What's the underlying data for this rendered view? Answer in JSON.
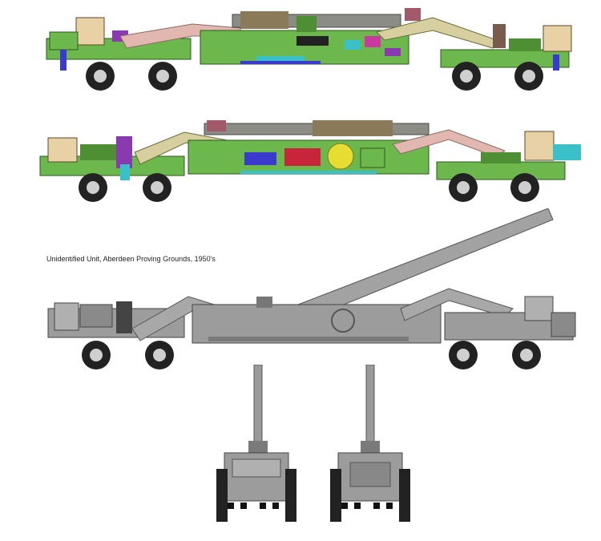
{
  "caption": "Unidentified Unit, Aberdeen Proving Grounds, 1950's",
  "views": [
    {
      "name": "side-view-right-color",
      "scheme": "color-coded"
    },
    {
      "name": "side-view-left-color",
      "scheme": "color-coded"
    },
    {
      "name": "side-view-grey",
      "scheme": "grey"
    },
    {
      "name": "front-view-grey",
      "scheme": "grey"
    },
    {
      "name": "rear-view-grey",
      "scheme": "grey"
    }
  ],
  "colors": {
    "hull_green": "#6db84c",
    "hull_green_dark": "#4f8f34",
    "arm_pink": "#e2b7b0",
    "arm_tan": "#d8cfa0",
    "cab_beige": "#e8d2a5",
    "barrel_grey": "#8c8c86",
    "wheel_black": "#222222",
    "tire_grey": "#cfcfcf",
    "grey_body": "#9c9c9c",
    "grey_dark": "#5a5a5a",
    "accent_blue": "#3a3acf",
    "accent_purple": "#8a3ab0",
    "accent_red": "#c8243a",
    "accent_yellow": "#e6dc32",
    "accent_cyan": "#3ac0c8",
    "accent_magenta": "#c83aa0",
    "stripe_black": "#111111",
    "stripe_white": "#ffffff"
  }
}
